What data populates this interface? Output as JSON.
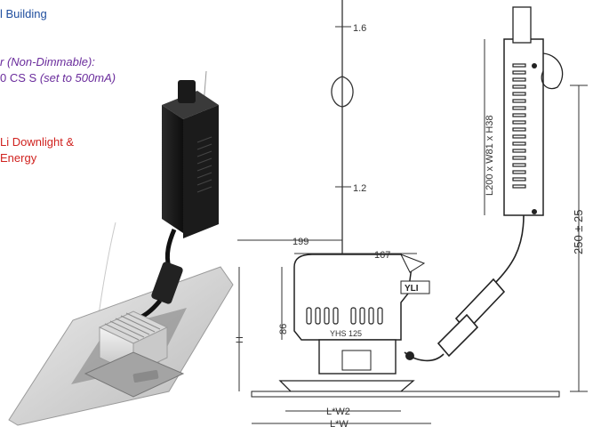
{
  "notes": {
    "line1": "l Building",
    "driver_label": "r (Non-Dimmable):",
    "driver_value": "0 CS S",
    "driver_setting": "(set to 500mA)",
    "product_line1": "Li Downlight &",
    "product_line2": "Energy"
  },
  "colors": {
    "blue": "#1f4e9e",
    "purple": "#6a2c9c",
    "red": "#d0221f",
    "dim_line": "#333333"
  },
  "drawing": {
    "dim_cable_top": "1.6",
    "dim_cable_mid": "1.2",
    "dim_199": "199",
    "dim_167": "167",
    "dim_86": "86",
    "dim_h": "H",
    "dim_lw2": "L*W2",
    "dim_lw": "L*W",
    "driver_size": "L200 x W81 x H38",
    "hang_height": "250 ± 25",
    "brand": "YLI",
    "model": "YHS 125"
  }
}
